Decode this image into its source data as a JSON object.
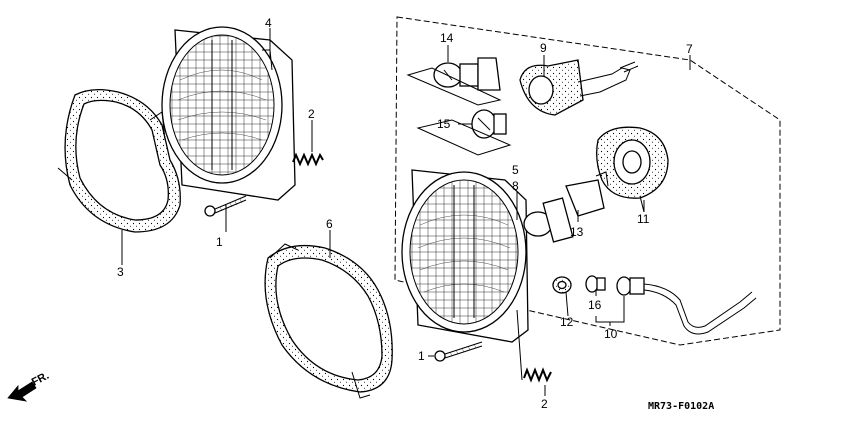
{
  "callouts": {
    "c4": "4",
    "c2a": "2",
    "c1a": "1",
    "c3": "3",
    "c6": "6",
    "c14": "14",
    "c9": "9",
    "c7": "7",
    "c15": "15",
    "c5": "5",
    "c8": "8",
    "c13": "13",
    "c11": "11",
    "c16": "16",
    "c12": "12",
    "c10": "10",
    "c1b": "1",
    "c2b": "2"
  },
  "diagram_code": "MR73-F0102A",
  "direction_label": "FR."
}
